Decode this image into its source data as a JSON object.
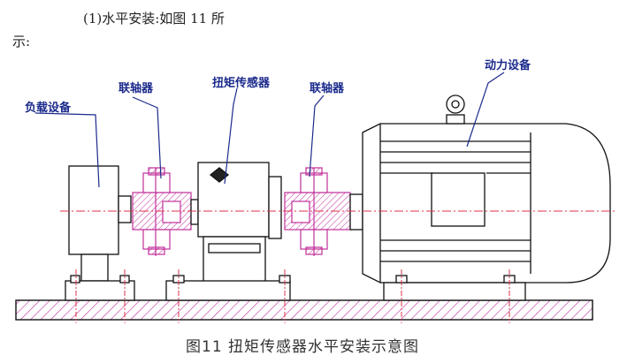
{
  "intro": {
    "line1": "(1)水平安装:如图 11 所",
    "line2": "示:"
  },
  "labels": {
    "load_device": "负载设备",
    "coupling_left": "联轴器",
    "torque_sensor": "扭矩传感器",
    "coupling_right": "联轴器",
    "power_device": "动力设备"
  },
  "caption": "图11 扭矩传感器水平安装示意图",
  "colors": {
    "outline": "#111111",
    "coupling": "#c0309a",
    "leader": "#1b2a8c",
    "centerline": "#e0304a",
    "base_hatch": "#c0309a"
  }
}
